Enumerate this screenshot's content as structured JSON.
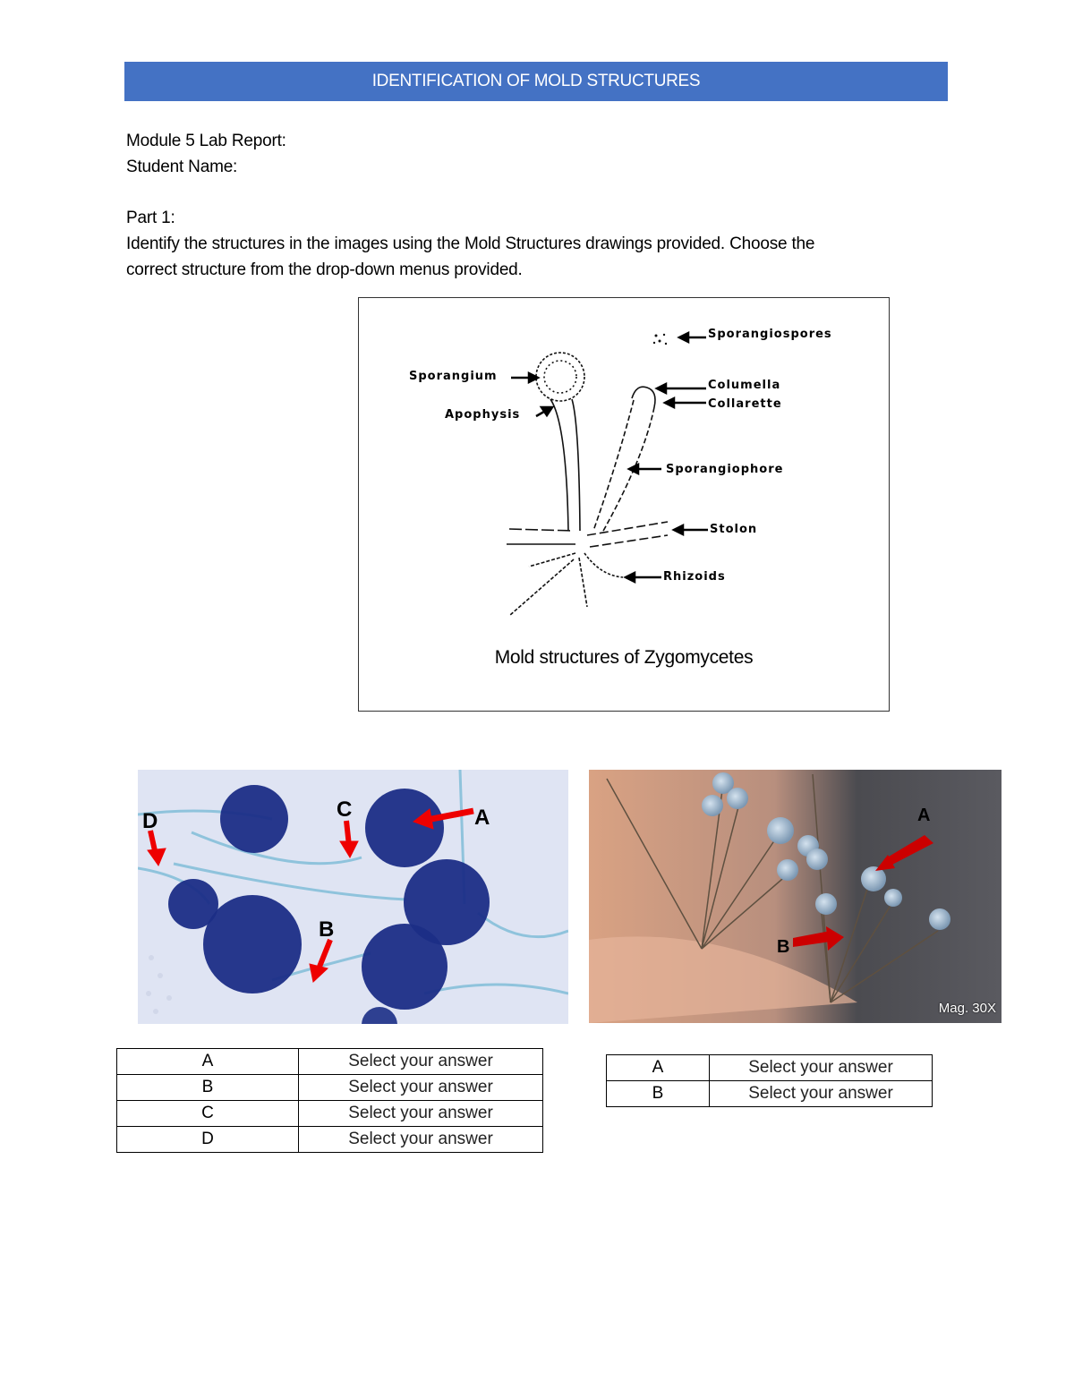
{
  "header": {
    "title": "IDENTIFICATION OF MOLD STRUCTURES"
  },
  "intro": {
    "module_line": "Module 5 Lab Report:",
    "student_line": "Student Name:",
    "part_label": "Part 1:",
    "instructions_line1": "Identify the structures in the images using the Mold Structures drawings provided. Choose the",
    "instructions_line2": "correct structure from the drop-down menus provided."
  },
  "diagram": {
    "caption": "Mold structures of Zygomycetes",
    "labels": {
      "sporangiospores": "Sporangiospores",
      "sporangium": "Sporangium",
      "columella": "Columella",
      "collarette": "Collarette",
      "apophysis": "Apophysis",
      "sporangiophore": "Sporangiophore",
      "stolon": "Stolon",
      "rhizoids": "Rhizoids"
    }
  },
  "photo1": {
    "markers": [
      "A",
      "B",
      "C",
      "D"
    ]
  },
  "photo2": {
    "markers": [
      "A",
      "B"
    ],
    "magnification": "Mag. 30X"
  },
  "table1": {
    "rows": [
      {
        "key": "A",
        "value": "Select your answer"
      },
      {
        "key": "B",
        "value": "Select your answer"
      },
      {
        "key": "C",
        "value": "Select your answer"
      },
      {
        "key": "D",
        "value": "Select your answer"
      }
    ]
  },
  "table2": {
    "rows": [
      {
        "key": "A",
        "value": "Select your answer"
      },
      {
        "key": "B",
        "value": "Select your answer"
      }
    ]
  },
  "colors": {
    "header_bg": "#4472c4",
    "arrow_red": "#e00000",
    "stain_blue": "#1a2e8a"
  }
}
